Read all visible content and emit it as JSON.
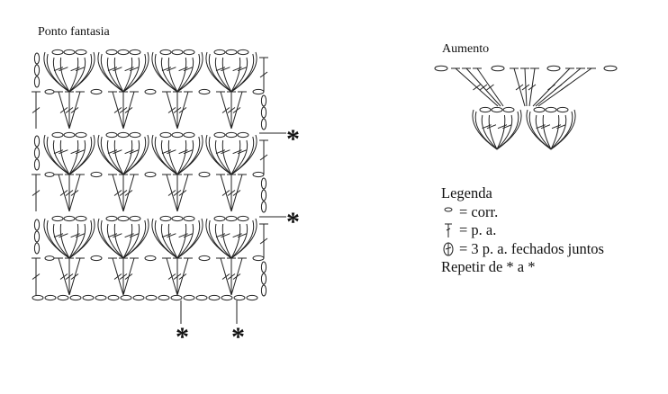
{
  "main_diagram": {
    "title": "Ponto fantasia",
    "repeat_marker": "*"
  },
  "increase_diagram": {
    "title": "Aumento"
  },
  "legend": {
    "title": "Legenda",
    "items": [
      {
        "icon": "chain-stitch-icon",
        "label": "= corr."
      },
      {
        "icon": "double-crochet-icon",
        "label": "= p. a."
      },
      {
        "icon": "cluster-icon",
        "label": "= 3 p. a. fechados juntos"
      }
    ],
    "note": "Repetir de * a *"
  }
}
